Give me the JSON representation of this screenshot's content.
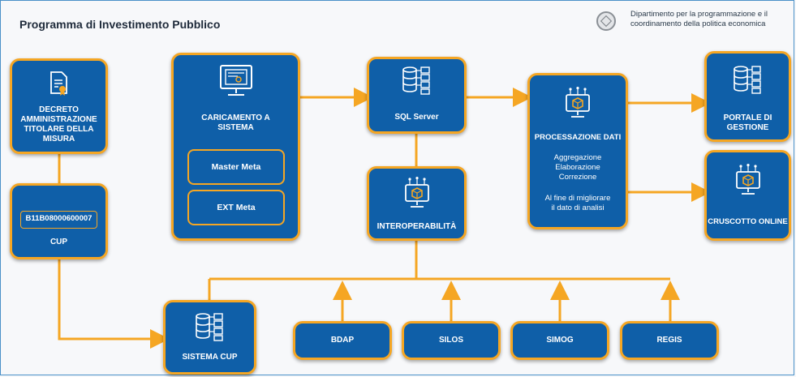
{
  "header": {
    "title": "Programma di Investimento Pubblico",
    "department_line1": "Dipartimento per la programmazione e il",
    "department_line2": "coordinamento della politica economica"
  },
  "colors": {
    "box": "#0f5fa8",
    "border": "#f5a623",
    "connector": "#f5a623"
  },
  "nodes": {
    "decreto": {
      "label": "DECRETO AMMINISTRAZIONE TITOLARE DELLA MISURA",
      "icon": "document-certificate-icon"
    },
    "cup": {
      "code": "B11B08000600007",
      "label": "CUP"
    },
    "caricamento": {
      "label": "CARICAMENTO A SISTEMA",
      "sub1": "Master Meta",
      "sub2": "EXT Meta",
      "icon": "monitor-upload-icon"
    },
    "sql": {
      "label": "SQL Server",
      "icon": "database-icon"
    },
    "interop": {
      "label": "INTEROPERABILITÀ",
      "icon": "network-cube-icon"
    },
    "processazione": {
      "label": "PROCESSAZIONE DATI",
      "lines": [
        "Aggregazione",
        "Elaborazione",
        "Correzione"
      ],
      "note_line1": "Al fine di migliorare",
      "note_line2": "il dato di analisi",
      "icon": "network-cube-icon"
    },
    "portale": {
      "label": "PORTALE DI GESTIONE",
      "icon": "database-icon"
    },
    "cruscotto": {
      "label": "CRUSCOTTO ONLINE",
      "icon": "network-cube-icon"
    },
    "sistema_cup": {
      "label": "SISTEMA CUP",
      "icon": "database-icon"
    },
    "bdap": {
      "label": "BDAP"
    },
    "silos": {
      "label": "SILOS"
    },
    "simog": {
      "label": "SIMOG"
    },
    "regis": {
      "label": "REGIS"
    }
  }
}
